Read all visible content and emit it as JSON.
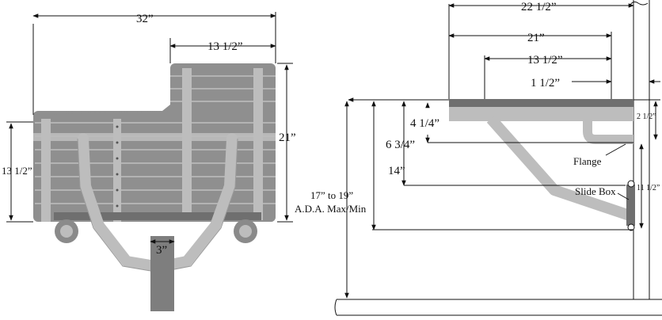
{
  "front_view": {
    "width_label": "32”",
    "seat_depth_top_label": "13 1/2”",
    "height_right_label": "21”",
    "height_left_label": "13 1/2”",
    "mount_width_label": "3”"
  },
  "side_view": {
    "overall_depth_label": "22 1/2”",
    "seat_depth_label": "21”",
    "inner_depth_label": "13 1/2”",
    "gap_label": "1 1/2”",
    "drop_label": "4 1/4”",
    "flange_drop_label": "6 3/4”",
    "flange_height_label": "2 1/2”",
    "brace_height_label": "14”",
    "slide_height_label": "11 1/2”",
    "floor_height_label": "17” to 19”",
    "ada_label": "A.D.A. Max/Min",
    "flange_label": "Flange",
    "slide_box_label": "Slide Box"
  },
  "colors": {
    "slat": "#8f8f8f",
    "slat_dark": "#6f6f6f",
    "frame": "#bdbdbd",
    "frame_edge": "#9a9a9a",
    "mount": "#7e7e7e",
    "line": "#111111"
  }
}
